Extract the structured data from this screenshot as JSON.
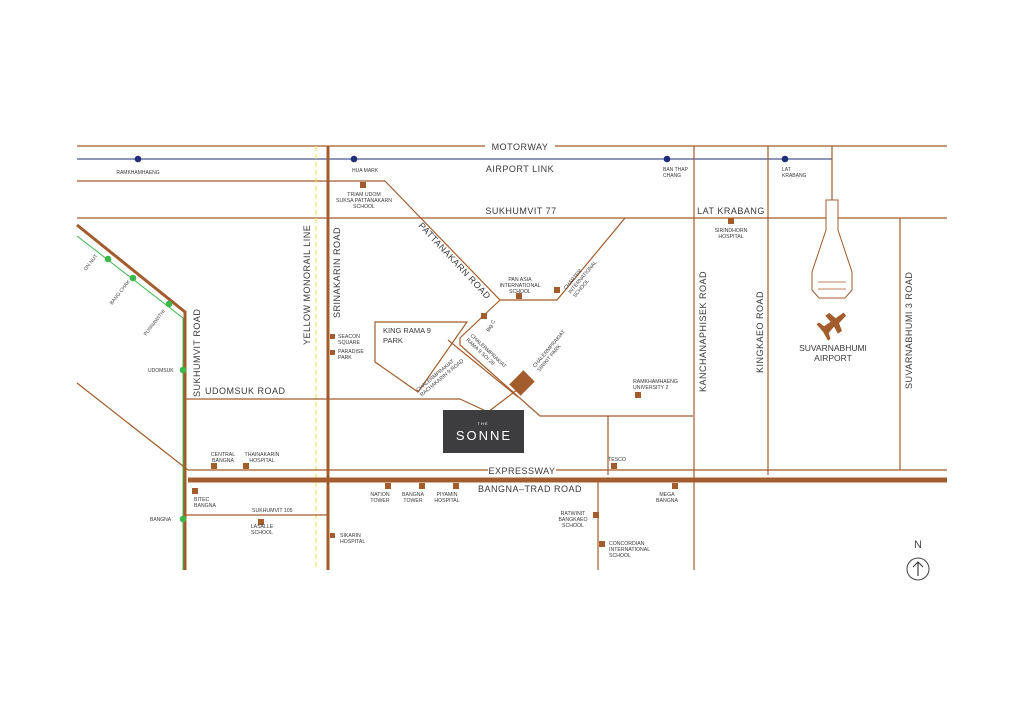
{
  "roads": {
    "motorway": "MOTORWAY",
    "airport_link": "AIRPORT LINK",
    "sukhumvit_77": "SUKHUMVIT 77",
    "lat_krabang": "LAT KRABANG",
    "pattanakarn_road": "PATTANAKARN ROAD",
    "srinakarin_road": "SRINAKARIN ROAD",
    "yellow_monorail": "YELLOW MONORAIL LINE",
    "sukhumvit_road": "SUKHUMVIT ROAD",
    "udomsuk_road": "UDOMSUK ROAD",
    "expressway": "EXPRESSWAY",
    "bangna_trad": "BANGNA–TRAD ROAD",
    "kanchanaphisek": "KANCHANAPHISEK ROAD",
    "kingkaeo": "KINGKAEO ROAD",
    "suvarnabhumi_3": "SUVARNABHUMI 3 ROAD",
    "chalerm_rama9": [
      "CHALERMPRAKIAT",
      "RAMA 9 SOI 28"
    ],
    "chalerm_rachakarin": [
      "CHALERMPRAKIAT",
      "RACHAKARIN 9 ROAD"
    ],
    "sukhumvit_105": "SUKHUMVIT 105"
  },
  "stations": {
    "ramkhamhaeng": "RAMKHAMHAENG",
    "hua_mark": "HUA MARK",
    "ban_thap_chang": [
      "BAN THAP",
      "CHANG"
    ],
    "lat_krabang": [
      "LAT",
      "KRABANG"
    ],
    "on_nut": "ON NUT",
    "bang_chak": "BANG CHAK",
    "punnawithi": "PUNNAWITHI",
    "udomsuk": "UDOMSUK",
    "bangna": "BANGNA"
  },
  "places": {
    "triam_udom": [
      "TRIAM UDOM",
      "SUKSA PATTANAKARN",
      "SCHOOL"
    ],
    "pan_asia": [
      "PAN ASIA",
      "INTERNATIONAL",
      "SCHOOL"
    ],
    "charter": [
      "CHARTER",
      "INTERNATIONAL",
      "SCHOOL"
    ],
    "sirindhorn": [
      "SIRINDHORN",
      "HOSPITAL"
    ],
    "seacon": [
      "SEACON",
      "SQUARE"
    ],
    "paradise": [
      "PARADISE",
      "PARK"
    ],
    "big_c": "Big C",
    "chalerm_park": [
      "CHALERMPRAKIAT",
      "SIRIKIT PARK"
    ],
    "ramkhamhaeng_u2": [
      "RAMKHAMHAENG",
      "UNIVERSITY 2"
    ],
    "central_bangna": [
      "CENTRAL",
      "BANGNA"
    ],
    "thainakarin": [
      "THAINAKARIN",
      "HOSPITAL"
    ],
    "tesco": "TESCO",
    "bitec": [
      "BITEC",
      "BANGNA"
    ],
    "lasalle": [
      "LASALLE",
      "SCHOOL"
    ],
    "nation_tower": [
      "NATION",
      "TOWER"
    ],
    "bangna_tower": [
      "BANGNA",
      "TOWER"
    ],
    "piyamin": [
      "PIYAMIN",
      "HOSPITAL"
    ],
    "sikarin": [
      "SIKARIN",
      "HOSPITAL"
    ],
    "ratwinit": [
      "RATWINIT",
      "BANGKAEO",
      "SCHOOL"
    ],
    "concordian": [
      "CONCORDIAN",
      "INTERNATIONAL",
      "SCHOOL"
    ],
    "mega_bangna": [
      "MEGA",
      "BANGNA"
    ]
  },
  "park": [
    "KING RAMA 9",
    "PARK"
  ],
  "airport": [
    "SUVARNABHUMI",
    "AIRPORT"
  ],
  "project": {
    "small": "THE",
    "name": "SONNE"
  },
  "compass": "N",
  "colors": {
    "road": "#a35c2b",
    "airport_link": "#1f2d7a",
    "bts": "#3cb84a",
    "monorail": "#f2e24a",
    "project_bg": "#3d3d3f"
  }
}
